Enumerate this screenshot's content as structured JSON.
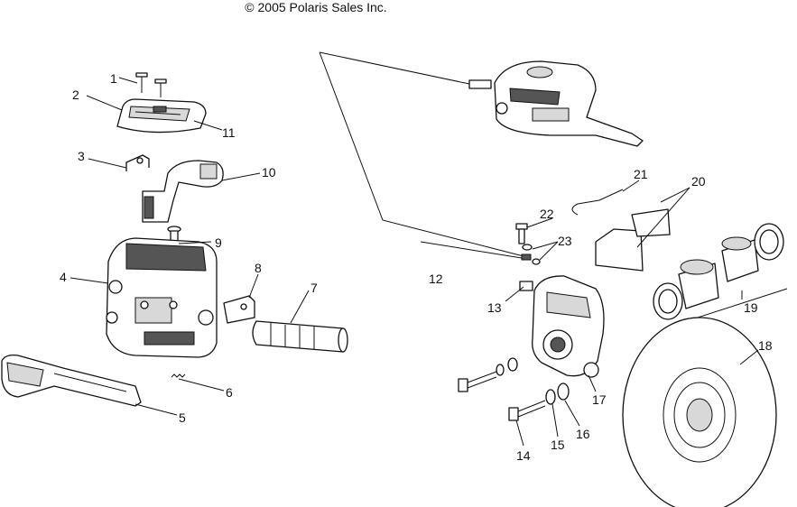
{
  "copyright": "© 2005 Polaris Sales Inc.",
  "callouts": [
    "1",
    "2",
    "3",
    "4",
    "5",
    "6",
    "7",
    "8",
    "9",
    "10",
    "11",
    "12",
    "13",
    "14",
    "15",
    "16",
    "17",
    "18",
    "19",
    "20",
    "21",
    "22",
    "23"
  ]
}
